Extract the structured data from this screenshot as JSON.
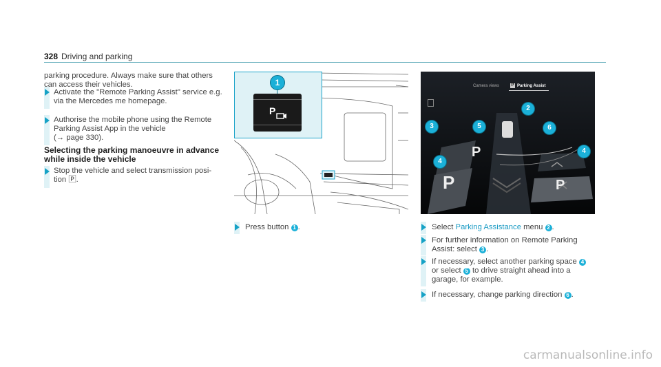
{
  "header": {
    "page_number": "328",
    "section_title": "Driving and parking"
  },
  "col1": {
    "intro": "parking procedure. Always make sure that others can access their vehicles.",
    "step1": "Activate the \"Remote Parking Assist\" service e.g. via the Mercedes me homepage.",
    "step2": "Authorise the mobile phone using the Remote Parking Assist App in the vehicle",
    "step2_ref": "(→ page 330).",
    "heading": "Selecting the parking manoeuvre in advance while inside the vehicle",
    "step3": "Stop the vehicle and select transmission posi- tion 🄿."
  },
  "col2": {
    "callout_1": "1",
    "step_prefix": "Press button",
    "step_callout": "1",
    "step_suffix": "."
  },
  "col3": {
    "tab_camera": "Camera views",
    "tab_parking": "Parking Assist",
    "tab_p_glyph": "P",
    "callouts": [
      "2",
      "3",
      "5",
      "6",
      "4",
      "4"
    ],
    "slot_glyph": "P",
    "step_a_prefix": "Select",
    "step_a_link": "Parking Assistance",
    "step_a_mid": "menu",
    "step_a_callout": "2",
    "step_a_suffix": ".",
    "step_b": "For further information on Remote Parking Assist: select",
    "step_b_callout": "3",
    "step_c_pre": "If necessary, select another parking space",
    "step_c_callout1": "4",
    "step_c_mid": "or select",
    "step_c_callout2": "5",
    "step_c_post": "to drive straight ahead into a garage, for example.",
    "step_d": "If necessary, change parking direction",
    "step_d_callout": "6"
  },
  "watermark": "carmanualsonline.info"
}
